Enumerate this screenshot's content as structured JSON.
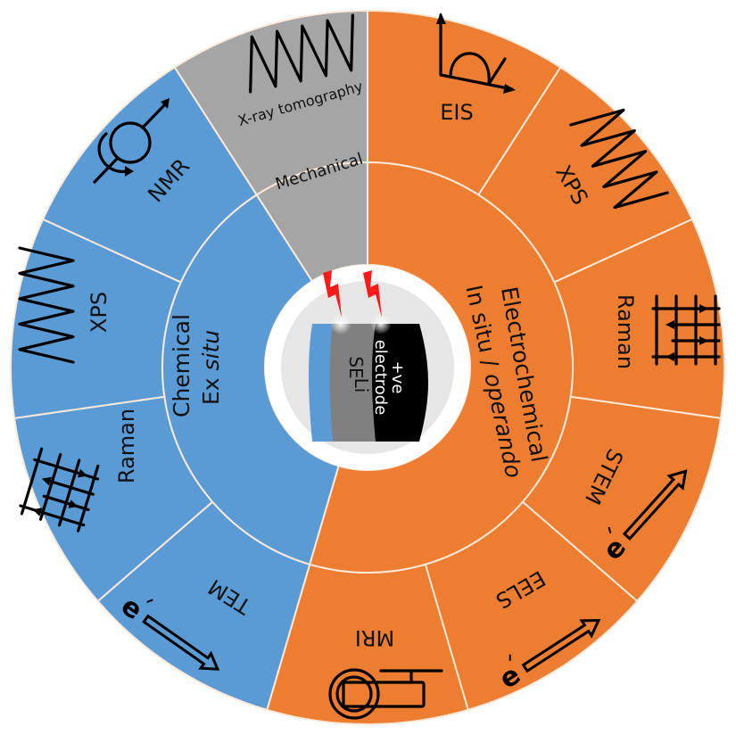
{
  "diagram": {
    "center": {
      "layers": [
        {
          "label": "Li",
          "color": "#5b9bd5"
        },
        {
          "label": "SE",
          "color": "#808080"
        },
        {
          "label_line1": "+ve",
          "label_line2": "electrode",
          "color": "#000000"
        }
      ],
      "spark_color": "#ff1a1a",
      "disc_color": "#e6e6e6"
    },
    "colors": {
      "chemical": "#5b9bd5",
      "electrochemical": "#ed7d31",
      "mechanical": "#a5a5a5",
      "divider": "#fde9d9"
    },
    "categories": {
      "chemical": {
        "line1": "Chemical",
        "line2": "Ex situ"
      },
      "electrochemical": {
        "line1": "Electrochemical",
        "line2": "In situ / operando"
      },
      "mechanical": {
        "label": "Mechanical"
      }
    },
    "techniques": {
      "mechanical": [
        {
          "label": "X-ray tomography",
          "icon": "sine-wave-icon"
        }
      ],
      "electrochemical": [
        {
          "label": "EIS",
          "icon": "nyquist-plot-icon"
        },
        {
          "label": "XPS",
          "icon": "sine-wave-icon"
        },
        {
          "label": "Raman",
          "icon": "energy-levels-icon"
        },
        {
          "label": "STEM",
          "icon": "electron-beam-icon"
        },
        {
          "label": "EELS",
          "icon": "electron-beam-icon"
        },
        {
          "label": "MRI",
          "icon": "mri-scanner-icon"
        }
      ],
      "chemical": [
        {
          "label": "TEM",
          "icon": "electron-beam-icon"
        },
        {
          "label": "Raman",
          "icon": "energy-levels-icon"
        },
        {
          "label": "XPS",
          "icon": "sine-wave-icon"
        },
        {
          "label": "NMR",
          "icon": "nuclear-spin-icon"
        }
      ]
    },
    "electron_symbol": "e"
  }
}
